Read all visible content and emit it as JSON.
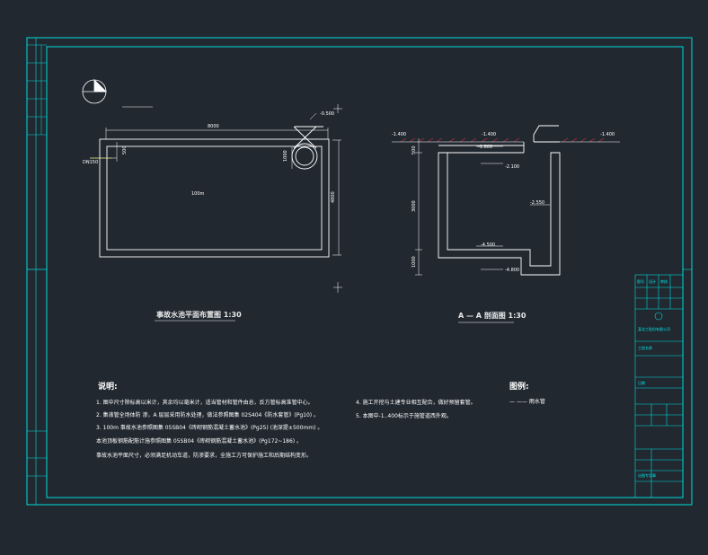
{
  "colors": {
    "background": "#212830",
    "frame": "#00dddd",
    "lines": "#ffffff",
    "hatch": "#cc3344",
    "accent_yellow": "#f0f060",
    "accent_green": "#60f0a0"
  },
  "plan": {
    "title": "事故水池平面布置图   1:30",
    "dim_length": "8000",
    "dim_width": "4800",
    "dim_inner": "1000",
    "dim_small": "500",
    "pipe": "DN150",
    "center_label": "100m",
    "elev_sump": "-0.500"
  },
  "section": {
    "title": "A — A  剖面图  1:30",
    "elev_left_top": "-1.400",
    "elev_top": "-1.400",
    "elev_right_top": "-1.400",
    "elev_1": "-1.800",
    "elev_2": "-2.100",
    "elev_mid": "-2.550",
    "elev_3": "-4.500",
    "elev_4": "-4.800",
    "dim_top": "500",
    "dim_mid": "3000",
    "dim_bot": "1000"
  },
  "notes": {
    "heading": "说明:",
    "items": [
      "1. 图中尺寸除标高以米计，其余均以毫米计，适当管材和管件由总，反方管标高准管中心。",
      "2. 集液管全场体防 渗，A 层层采用防水处理，做法参照图集  02S404《防水套管》(Pg10) 。",
      "3. 100m   事故水池参照图集  05SB04《砖砌钢筋混凝土蓄水池》(Pg25) (池深提±500mm) 。",
      "   本池顶板钢筋配筋计施参照图集  05SB04《砖砌钢筋混凝土蓄水池》(Pg172~186) 。",
      "   事故水池平面尺寸，必须满足机动车道，防渗要求，全施工方可保护施工和后期结构变形。",
      "4. 施工开挖与土建专业相互配合，做好预留套管。",
      "5. 本图中-1..400标示于施管道西外观。"
    ],
    "legend_heading": "图例:",
    "legend_item": "— ——  雨水管"
  },
  "title_block": {
    "cells": [
      "图号",
      "设计",
      "审核",
      "工程名称",
      "日期"
    ],
    "org": "某化工股份有限公司",
    "stamp": "出图专用章"
  }
}
